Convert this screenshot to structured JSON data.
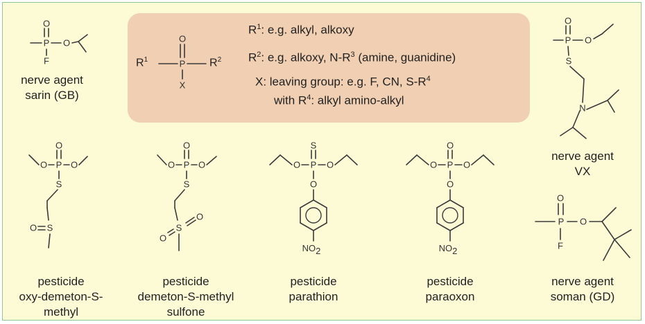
{
  "general": {
    "r1": "R",
    "r1_sup": "1",
    "r2": "R",
    "r2_sup": "2",
    "x": "X",
    "desc_line1_pre": "R",
    "desc_line1_sup": "1",
    "desc_line1_post": ": e.g. alkyl, alkoxy",
    "desc_line2_pre": "R",
    "desc_line2_sup": "2",
    "desc_line2_mid": ": e.g. alkoxy, N-R",
    "desc_line2_sup2": "3",
    "desc_line2_post": " (amine, guanidine)",
    "desc_line3_pre": "X: leaving group: e.g. F, CN, S-R",
    "desc_line3_sup": "4",
    "desc_line4_pre": "with R",
    "desc_line4_sup": "4",
    "desc_line4_post": ": alkyl amino-alkyl"
  },
  "compounds": [
    {
      "id": "sarin",
      "line1": "nerve agent",
      "line2": "sarin (GB)"
    },
    {
      "id": "vx",
      "line1": "nerve agent",
      "line2": "VX"
    },
    {
      "id": "oxydemeton",
      "line1": "pesticide",
      "line2": "oxy-demeton-S-",
      "line3": "methyl"
    },
    {
      "id": "demeton",
      "line1": "pesticide",
      "line2": "demeton-S-methyl",
      "line3": "sulfone"
    },
    {
      "id": "parathion",
      "line1": "pesticide",
      "line2": "parathion"
    },
    {
      "id": "paraoxon",
      "line1": "pesticide",
      "line2": "paraoxon"
    },
    {
      "id": "soman",
      "line1": "nerve agent",
      "line2": "soman (GD)"
    }
  ],
  "atoms": {
    "P": "P",
    "O": "O",
    "F": "F",
    "S": "S",
    "N": "N",
    "NO": "NO",
    "two": "2"
  },
  "colors": {
    "background": "#fdfbd6",
    "border": "#8fc88f",
    "box": "#f0cfb2"
  }
}
